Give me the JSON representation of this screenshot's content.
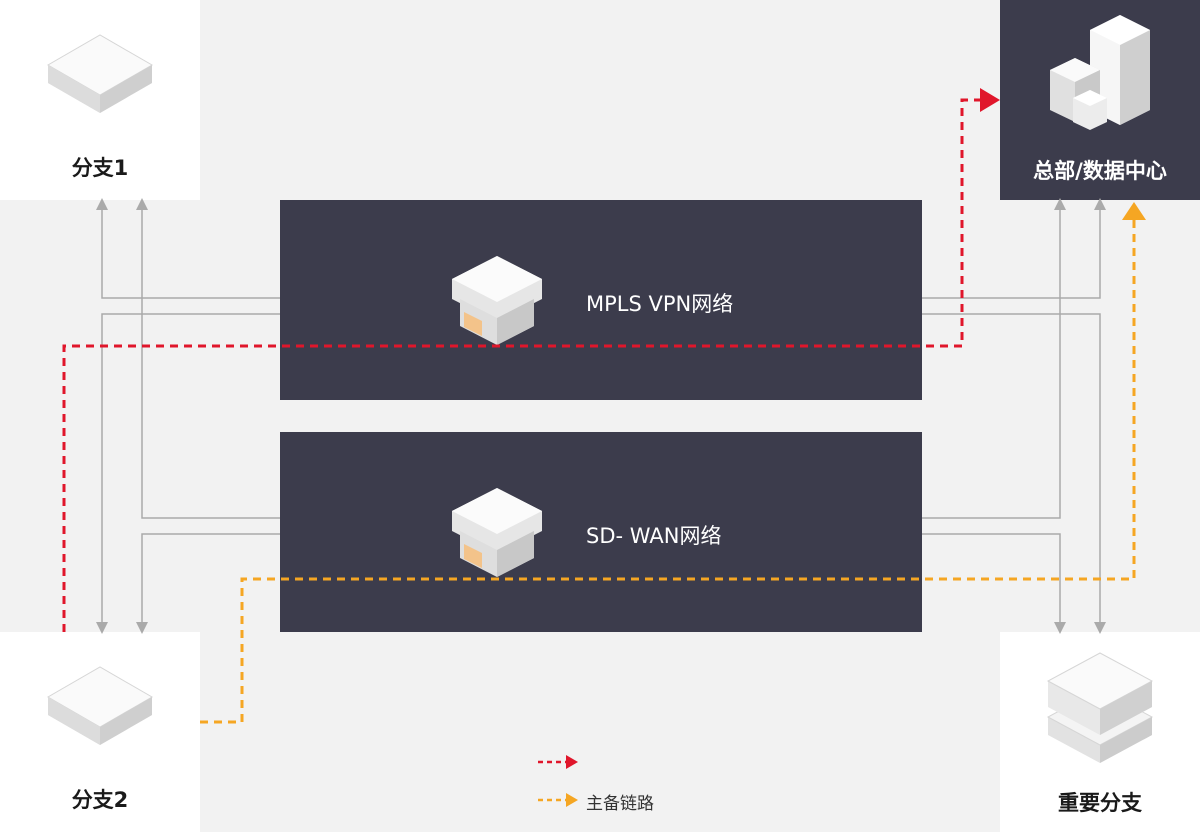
{
  "nodes": {
    "branch1": {
      "label": "分支1"
    },
    "branch2": {
      "label": "分支2"
    },
    "hq": {
      "label": "总部/数据中心"
    },
    "key_branch": {
      "label": "重要分支"
    }
  },
  "networks": {
    "mpls": {
      "label": "MPLS VPN网络"
    },
    "sdwan": {
      "label": "SD- WAN网络"
    }
  },
  "legend": {
    "primary": {
      "label": "",
      "color": "#e0162b"
    },
    "backup": {
      "label": "主备链路",
      "color": "#f5a623"
    }
  },
  "colors": {
    "panel_dark": "#3c3c4c",
    "link_gray": "#aaaaaa"
  }
}
